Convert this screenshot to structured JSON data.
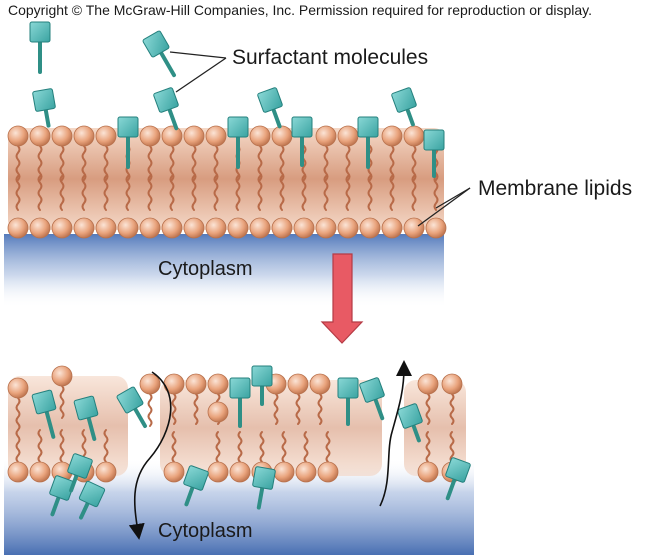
{
  "copyright": "Copyright © The McGraw-Hill Companies, Inc. Permission required for reproduction or display.",
  "labels": {
    "surfactant": "Surfactant  molecules",
    "lipids": "Membrane lipids",
    "cytoplasm_top": "Cytoplasm",
    "cytoplasm_bottom": "Cytoplasm"
  },
  "colors": {
    "lipid_head": "#e9a37c",
    "lipid_tail": "#b86a48",
    "membrane_fill": "#d99a79",
    "surfactant_head": "#5ec3c1",
    "surfactant_tail": "#2f8f86",
    "cytoplasm": "#4c74b8",
    "arrow": "#e85a64"
  }
}
